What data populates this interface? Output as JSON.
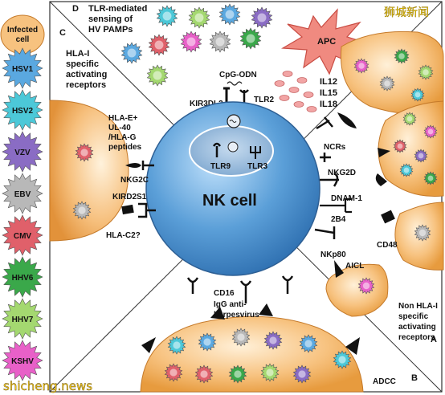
{
  "legend": {
    "header": "Infected cell",
    "viruses": [
      {
        "label": "HSV1",
        "fill": "#5aa8e0"
      },
      {
        "label": "HSV2",
        "fill": "#4cc8d8"
      },
      {
        "label": "VZV",
        "fill": "#8a6cc4"
      },
      {
        "label": "EBV",
        "fill": "#b8b8b8"
      },
      {
        "label": "CMV",
        "fill": "#e0606a"
      },
      {
        "label": "HHV6",
        "fill": "#3aa84a"
      },
      {
        "label": "HHV7",
        "fill": "#a4d870"
      },
      {
        "label": "KSHV",
        "fill": "#e860c8"
      }
    ]
  },
  "panels": {
    "a": "A",
    "b": "B",
    "c": "C",
    "d": "D"
  },
  "panel_c": {
    "title_line1": "HLA-I",
    "title_line2": "specific",
    "title_line3": "activating",
    "title_line4": "receptors",
    "hla_line1": "HLA-E+",
    "hla_line2": "UL-40",
    "hla_line3": "/HLA-G",
    "hla_line4": "peptides",
    "nkg2c": "NKG2C",
    "kir2ds1": "KIRD2S1",
    "hlac2": "HLA-C2?"
  },
  "panel_d": {
    "title_line1": "TLR-mediated",
    "title_line2": "sensing of",
    "title_line3": "HV PAMPs",
    "cpg": "CpG-ODN",
    "kir3dl2": "KIR3DL2",
    "tlr2": "TLR2",
    "apc": "APC",
    "il12": "IL12",
    "il15": "IL15",
    "il18": "IL18"
  },
  "nk": {
    "label": "NK cell",
    "tlr9": "TLR9",
    "tlr3": "TLR3"
  },
  "panel_a": {
    "ncrs": "NCRs",
    "nkg2d": "NKG2D",
    "dnam1": "DNAM-1",
    "b24": "2B4",
    "cd48": "CD48",
    "nkp80": "NKp80",
    "aicl": "AICL",
    "title_line1": "Non HLA-I",
    "title_line2": "specific",
    "title_line3": "activating",
    "title_line4": "receptors"
  },
  "panel_b": {
    "cd16": "CD16",
    "igg_line1": "IgG anti-",
    "igg_line2": "herpesvirus",
    "adcc": "ADCC"
  },
  "watermark": {
    "top": "狮城新闻",
    "bottom": "shicheng.news"
  }
}
